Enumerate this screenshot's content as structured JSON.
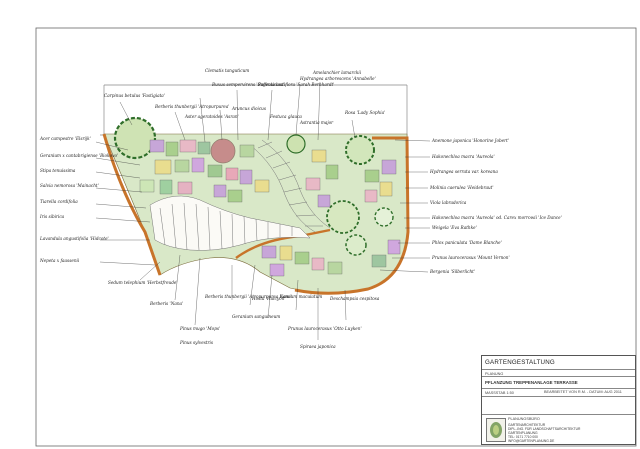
{
  "title_block": {
    "title": "GARTENGESTALTUNG",
    "client_label": "PLANUNG",
    "project": "PFLANZUNG TREPPENANLAGE TERRASSE",
    "scale": "MASSSTAB 1:50",
    "date_info": "BEARBEITET VON R.M. - DATUM: AUG 2011",
    "company": "PLANUNGSBÜRO",
    "office_lines": [
      "GARTENARCHITEKTUR",
      "DIPL.-ING. FÜR LANDSCHAFTSARCHITEKTUR",
      "GARTENPLANUNG",
      "TEL: 0171 7710 000",
      "INFO@GARTENPLANUNG.DE"
    ]
  },
  "plant_labels": [
    {
      "text": "Carpinus betulus 'Fastigiata'",
      "role": "label-top-left-tree"
    },
    {
      "text": "Berberis thunbergii 'Atropurpurea'",
      "role": "label-top"
    },
    {
      "text": "Aster ageratoides 'Asran'",
      "role": "label-top"
    },
    {
      "text": "Clematis tanguticum",
      "role": "label-top"
    },
    {
      "text": "Buxus sempervirens 'Suffruticosa'",
      "role": "label-top"
    },
    {
      "text": "Aruncus dioicus",
      "role": "label-top"
    },
    {
      "text": "Paeonia lactiflora 'Sarah Bernhardt'",
      "role": "label-top"
    },
    {
      "text": "Hydrangea arborescens 'Annabelle'",
      "role": "label-top"
    },
    {
      "text": "Festuca glauca",
      "role": "label-top"
    },
    {
      "text": "Amelanchier lamarckii",
      "role": "label-top"
    },
    {
      "text": "Astrantia major",
      "role": "label-top"
    },
    {
      "text": "Rosa 'Lady Sophia'",
      "role": "label-top"
    },
    {
      "text": "Hakonechloa macra 'Aureola'",
      "role": "label-right"
    },
    {
      "text": "Anemone japonica 'Honorine Jobert'",
      "role": "label-right"
    },
    {
      "text": "Hydrangea serrata var. koreana",
      "role": "label-right"
    },
    {
      "text": "Molinia caerulea 'Heidebraut'",
      "role": "label-right"
    },
    {
      "text": "Viola labradorica",
      "role": "label-right"
    },
    {
      "text": "Hakonechloa macra 'Aureola' od. Carex morrowii 'Ice Dance'",
      "role": "label-right"
    },
    {
      "text": "Weigela 'Eva Rathke'",
      "role": "label-right"
    },
    {
      "text": "Phlox paniculata 'Dame Blanche'",
      "role": "label-right"
    },
    {
      "text": "Prunus laurocerasus 'Mount Vernon'",
      "role": "label-right"
    },
    {
      "text": "Bergenia 'Silberlicht'",
      "role": "label-right"
    },
    {
      "text": "Acer campestre 'Elsrijk'",
      "role": "label-left"
    },
    {
      "text": "Geranium x cantabrigiense 'Biokovo'",
      "role": "label-left"
    },
    {
      "text": "Stipa tenuissima",
      "role": "label-left"
    },
    {
      "text": "Salvia nemorosa 'Mainacht'",
      "role": "label-left"
    },
    {
      "text": "Tiarella cordifolia",
      "role": "label-left"
    },
    {
      "text": "Iris sibirica",
      "role": "label-left"
    },
    {
      "text": "Lavandula angustifolia 'Hidcote'",
      "role": "label-left"
    },
    {
      "text": "Sedum telephium 'Herbstfreude'",
      "role": "label-bottom"
    },
    {
      "text": "Nepeta x faassenii",
      "role": "label-bottom"
    },
    {
      "text": "Berberis 'Nana'",
      "role": "label-bottom"
    },
    {
      "text": "Pinus mugo 'Mops'",
      "role": "label-bottom"
    },
    {
      "text": "Pinus sylvestris",
      "role": "label-bottom"
    },
    {
      "text": "Berberis thunbergii 'Atropurpurea Nana'",
      "role": "label-bottom"
    },
    {
      "text": "Geranium sanguineum",
      "role": "label-bottom"
    },
    {
      "text": "Hosta 'Halcyon'",
      "role": "label-bottom"
    },
    {
      "text": "Lamium maculatum",
      "role": "label-bottom"
    },
    {
      "text": "Prunus laurocerasus 'Otto Luyken'",
      "role": "label-bottom"
    },
    {
      "text": "Deschampsia cespitosa",
      "role": "label-bottom"
    },
    {
      "text": "Spiraea japonica",
      "role": "label-bottom"
    }
  ]
}
